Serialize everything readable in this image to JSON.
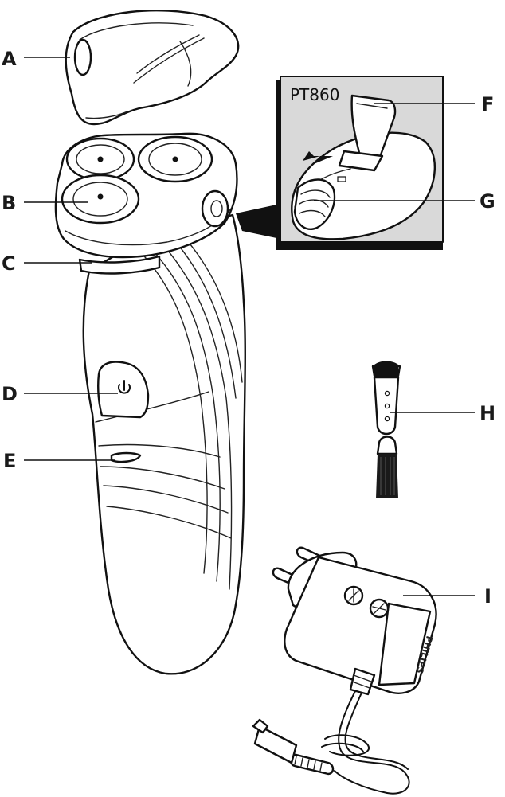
{
  "labels": {
    "a": "A",
    "b": "B",
    "c": "C",
    "d": "D",
    "e": "E",
    "f": "F",
    "g": "G",
    "h": "H",
    "i": "I"
  },
  "inset": {
    "model": "PT860"
  },
  "adapter": {
    "brand": "PHILIPS"
  },
  "colors": {
    "line": "#111111",
    "inset_bg": "#d9d9d9",
    "inset_shadow": "#111111"
  }
}
